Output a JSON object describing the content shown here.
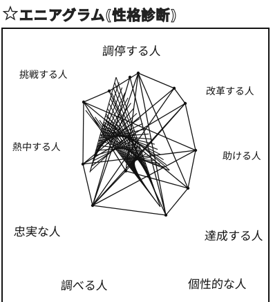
{
  "window": {
    "title": "エニアグラム(性格診断)",
    "title_icon": "star-icon"
  },
  "diagram": {
    "labels": [
      {
        "id": "top",
        "text": "調停する人"
      },
      {
        "id": "upper-left",
        "text": "挑戦する人"
      },
      {
        "id": "upper-right",
        "text": "改革する人"
      },
      {
        "id": "left",
        "text": "熱中する人"
      },
      {
        "id": "right",
        "text": "助ける人"
      },
      {
        "id": "lower-left",
        "text": "忠実な人"
      },
      {
        "id": "lower-right",
        "text": "達成する人"
      },
      {
        "id": "bottom-left",
        "text": "調べる人"
      },
      {
        "id": "bottom-right",
        "text": "個性的な人"
      }
    ],
    "colors": {
      "ink": "#111111",
      "background": "#ffffff"
    }
  }
}
